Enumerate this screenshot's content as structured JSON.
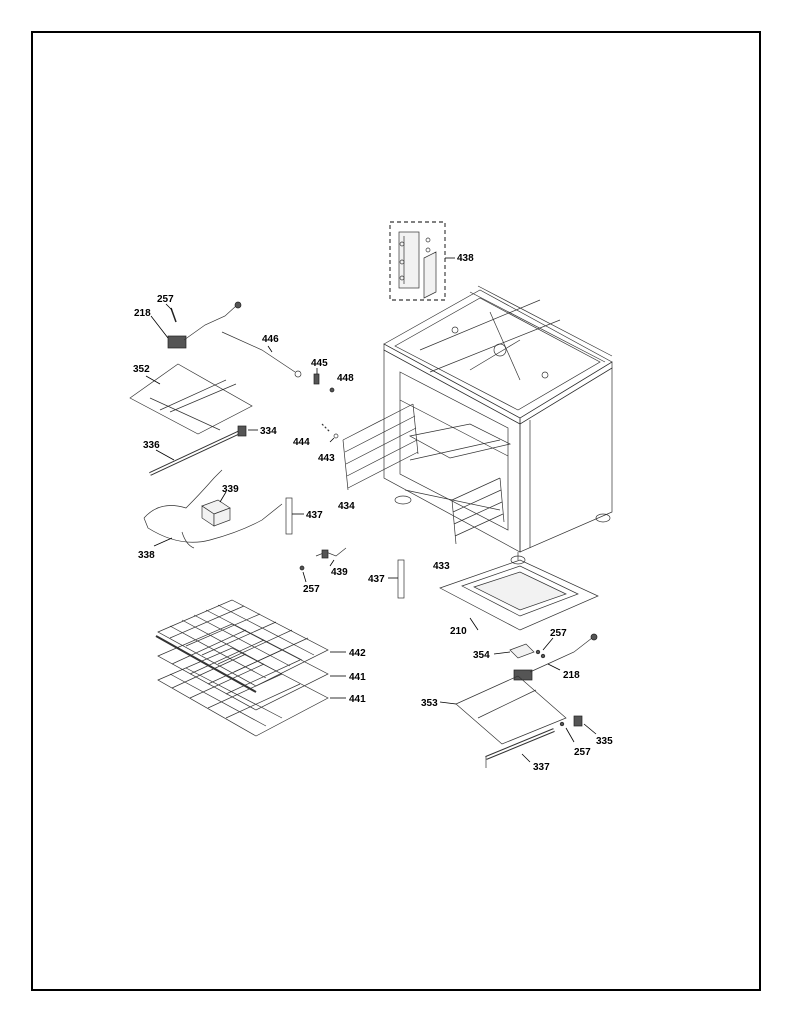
{
  "callouts": [
    {
      "id": "c-438",
      "label": "438"
    },
    {
      "id": "c-257a",
      "label": "257"
    },
    {
      "id": "c-218a",
      "label": "218"
    },
    {
      "id": "c-446",
      "label": "446"
    },
    {
      "id": "c-445",
      "label": "445"
    },
    {
      "id": "c-448",
      "label": "448"
    },
    {
      "id": "c-352",
      "label": "352"
    },
    {
      "id": "c-334",
      "label": "334"
    },
    {
      "id": "c-444",
      "label": "444"
    },
    {
      "id": "c-443",
      "label": "443"
    },
    {
      "id": "c-336",
      "label": "336"
    },
    {
      "id": "c-339",
      "label": "339"
    },
    {
      "id": "c-434",
      "label": "434"
    },
    {
      "id": "c-437a",
      "label": "437"
    },
    {
      "id": "c-338",
      "label": "338"
    },
    {
      "id": "c-439",
      "label": "439"
    },
    {
      "id": "c-257b",
      "label": "257"
    },
    {
      "id": "c-437b",
      "label": "437"
    },
    {
      "id": "c-433",
      "label": "433"
    },
    {
      "id": "c-210",
      "label": "210"
    },
    {
      "id": "c-257c",
      "label": "257"
    },
    {
      "id": "c-354",
      "label": "354"
    },
    {
      "id": "c-218b",
      "label": "218"
    },
    {
      "id": "c-442",
      "label": "442"
    },
    {
      "id": "c-441a",
      "label": "441"
    },
    {
      "id": "c-441b",
      "label": "441"
    },
    {
      "id": "c-353",
      "label": "353"
    },
    {
      "id": "c-335",
      "label": "335"
    },
    {
      "id": "c-257d",
      "label": "257"
    },
    {
      "id": "c-337",
      "label": "337"
    }
  ]
}
